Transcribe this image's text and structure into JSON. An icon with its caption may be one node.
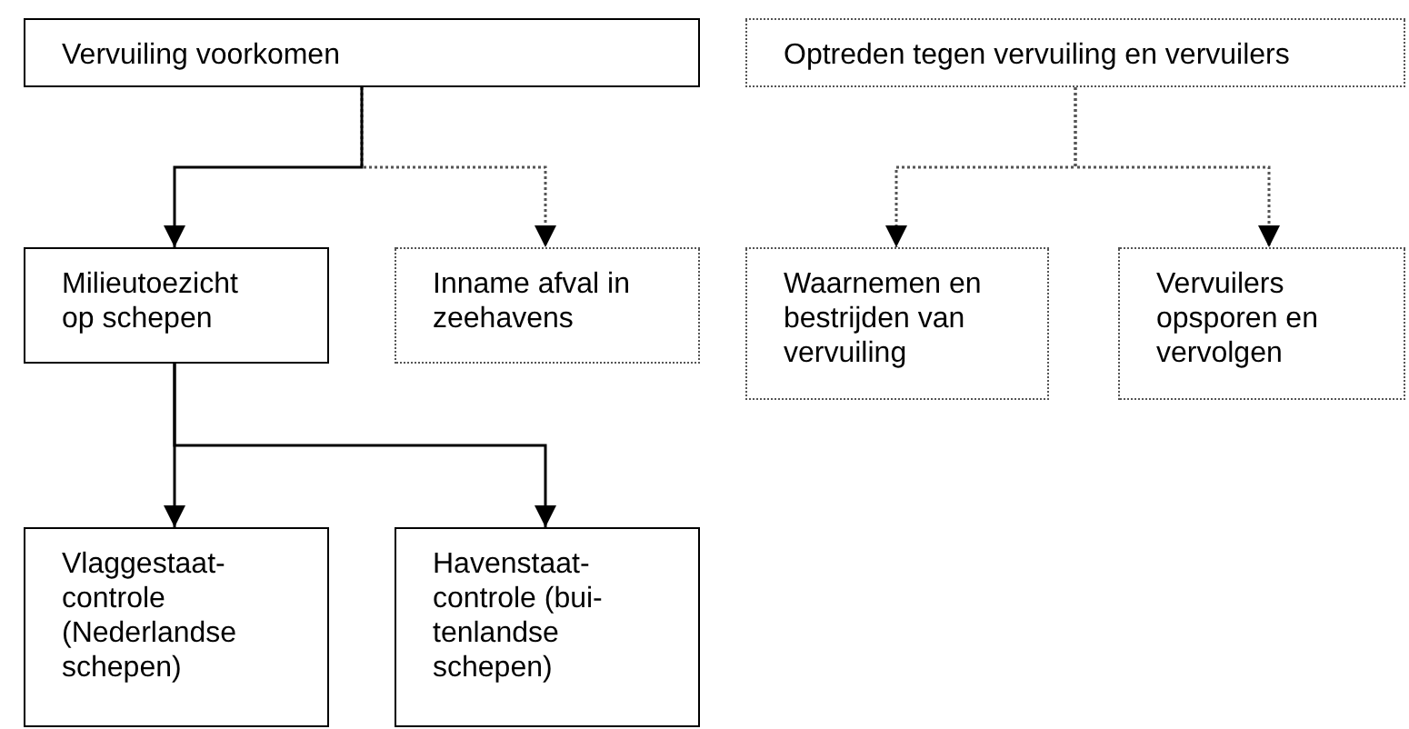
{
  "diagram": {
    "nodes": [
      {
        "text": [
          "Vervuiling voorkomen"
        ]
      },
      {
        "text": [
          "Optreden tegen vervuiling en vervuilers"
        ]
      },
      {
        "text": [
          "Milieutoezicht op schepen"
        ]
      },
      {
        "text": [
          "Inname afval in zeehavens"
        ]
      },
      {
        "text": [
          "Waarnemen en bestrijden van vervuiling"
        ]
      },
      {
        "text": [
          "Vervuilers opsporen en vervolgen"
        ]
      },
      {
        "text": [
          "Vlaggestaat-controle (Nederlandse schepen)"
        ]
      },
      {
        "text": [
          "Havenstaat-controle (bui-tenlandse schepen)"
        ]
      }
    ],
    "edges": [
      {
        "from": 0,
        "to": 2,
        "arrow": "to"
      },
      {
        "from": 0,
        "to": 3,
        "arrow": "to",
        "style": "dashed"
      },
      {
        "from": 1,
        "to": 4,
        "arrow": "to",
        "style": "dashed"
      },
      {
        "from": 1,
        "to": 5,
        "arrow": "to",
        "style": "dashed"
      },
      {
        "from": 2,
        "to": 6,
        "arrow": "to"
      },
      {
        "from": 2,
        "to": 7,
        "arrow": "to"
      }
    ]
  }
}
